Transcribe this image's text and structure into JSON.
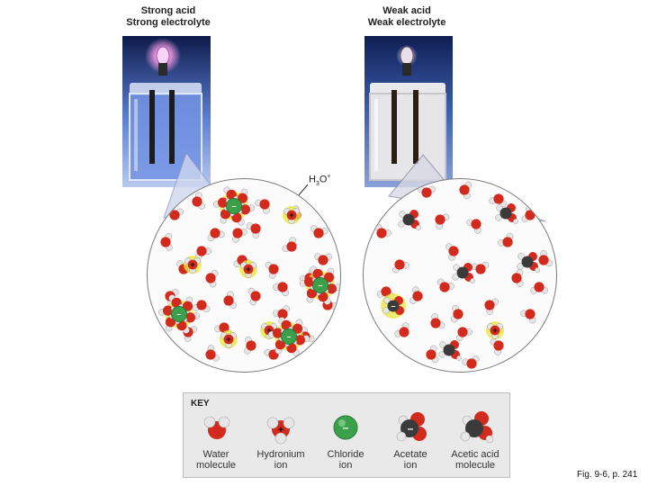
{
  "panels": {
    "strong": {
      "title_line1": "Strong acid",
      "title_line2": "Strong electrolyte"
    },
    "weak": {
      "title_line1": "Weak acid",
      "title_line2": "Weak electrolyte"
    }
  },
  "labels": {
    "h3o_base": "H",
    "h3o_sub": "3",
    "h3o_mid": "O",
    "h3o_sup": "+"
  },
  "key": {
    "title": "KEY",
    "items": [
      {
        "line1": "Water",
        "line2": "molecule",
        "icon": "water-molecule-icon"
      },
      {
        "line1": "Hydronium",
        "line2": "ion",
        "icon": "hydronium-ion-icon"
      },
      {
        "line1": "Chloride",
        "line2": "ion",
        "icon": "chloride-ion-icon"
      },
      {
        "line1": "Acetate",
        "line2": "ion",
        "icon": "acetate-ion-icon"
      },
      {
        "line1": "Acetic acid",
        "line2": "molecule",
        "icon": "acetic-acid-molecule-icon"
      }
    ]
  },
  "caption": "Fig. 9-6, p. 241",
  "colors": {
    "oxygen": "#d32a1e",
    "hydrogen": "#e6e6e6",
    "chloride": "#3aa04a",
    "carbon": "#3a3a3a",
    "ion_halo": "#e9e840",
    "strong_solution": "#6f8fe0",
    "weak_solution": "#e4e4e4"
  }
}
